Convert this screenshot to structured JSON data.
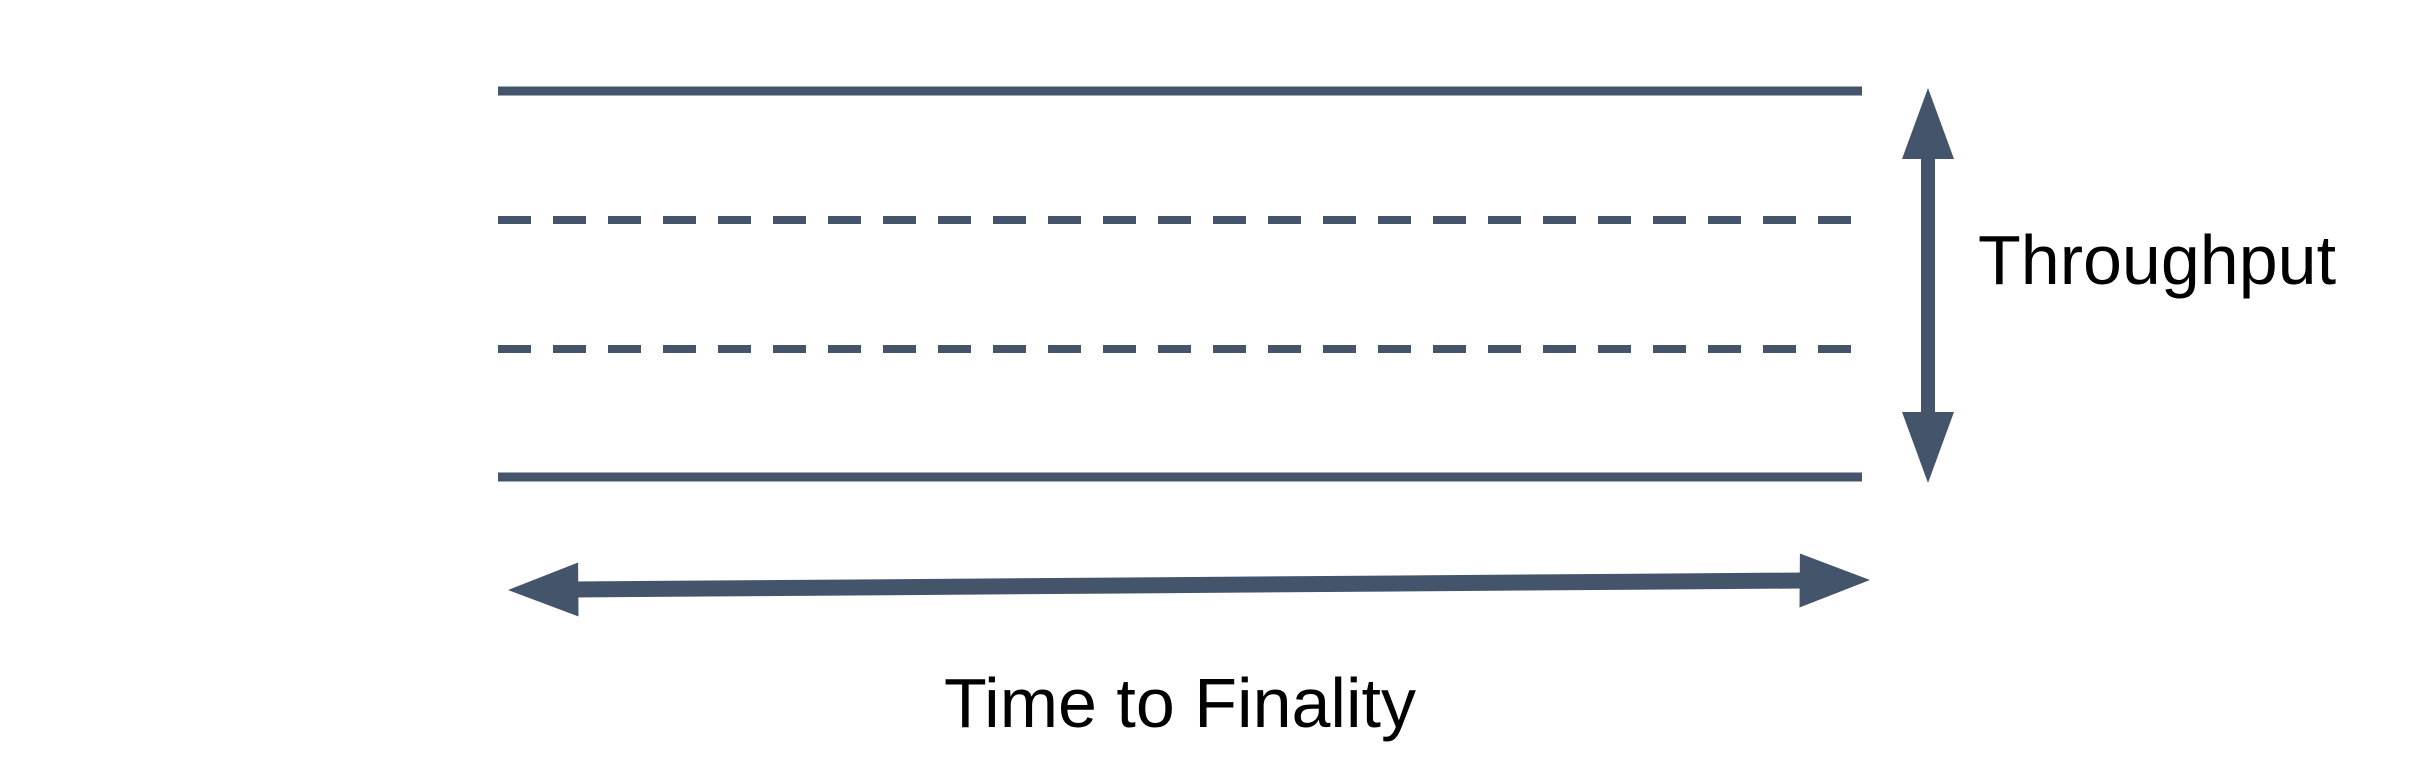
{
  "colors": {
    "accent": "#44546A",
    "label_text": "#000000",
    "background": "#FFFFFF"
  },
  "diagram": {
    "type": "conceptual-diagram",
    "description": "Horizontal lane of lines bounded by solid edges with dashed inner lines; vertical double arrow measures lane height, horizontal double arrow measures lane length",
    "band_lines": [
      {
        "style": "solid"
      },
      {
        "style": "dashed"
      },
      {
        "style": "dashed"
      },
      {
        "style": "solid"
      }
    ],
    "throughput_label": "Throughput",
    "time_to_finality_label": "Time to Finality"
  }
}
